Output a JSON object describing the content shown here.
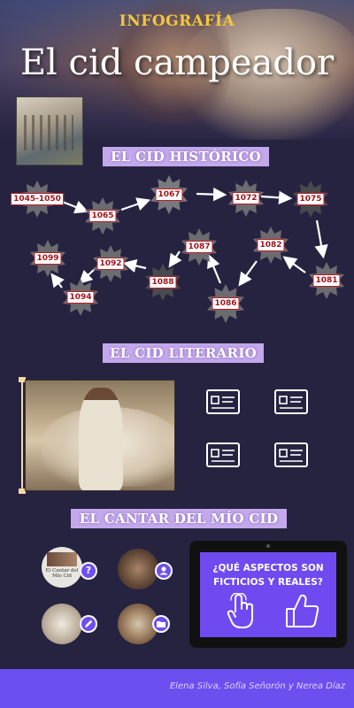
{
  "header": {
    "kicker": "INFOGRAFÍA",
    "title": "El cid campeador"
  },
  "sections": {
    "historic": "EL CID HISTÓRICO",
    "literary": "EL CID LITERARIO",
    "cantar": "EL CANTAR DEL MÍO CID"
  },
  "timeline": {
    "years": [
      "1045-1050",
      "1065",
      "1067",
      "1072",
      "1075",
      "1081",
      "1082",
      "1086",
      "1087",
      "1088",
      "1092",
      "1094",
      "1099"
    ]
  },
  "cantar": {
    "book_cover": "El Cantar del Mío Cid",
    "badges": [
      "?",
      "person-icon",
      "pencil-icon",
      "folder-icon"
    ],
    "question": "¿QUÉ ASPECTOS SON FICTICIOS Y REALES?"
  },
  "footer": {
    "authors": "Elena Silva, Sofía Señorón y Nerea Díaz"
  },
  "colors": {
    "background": "#262341",
    "accent": "#6d4ff0",
    "section_bar": "#c3a9ec",
    "kicker": "#f4c63d",
    "year_text": "#a1141d"
  }
}
